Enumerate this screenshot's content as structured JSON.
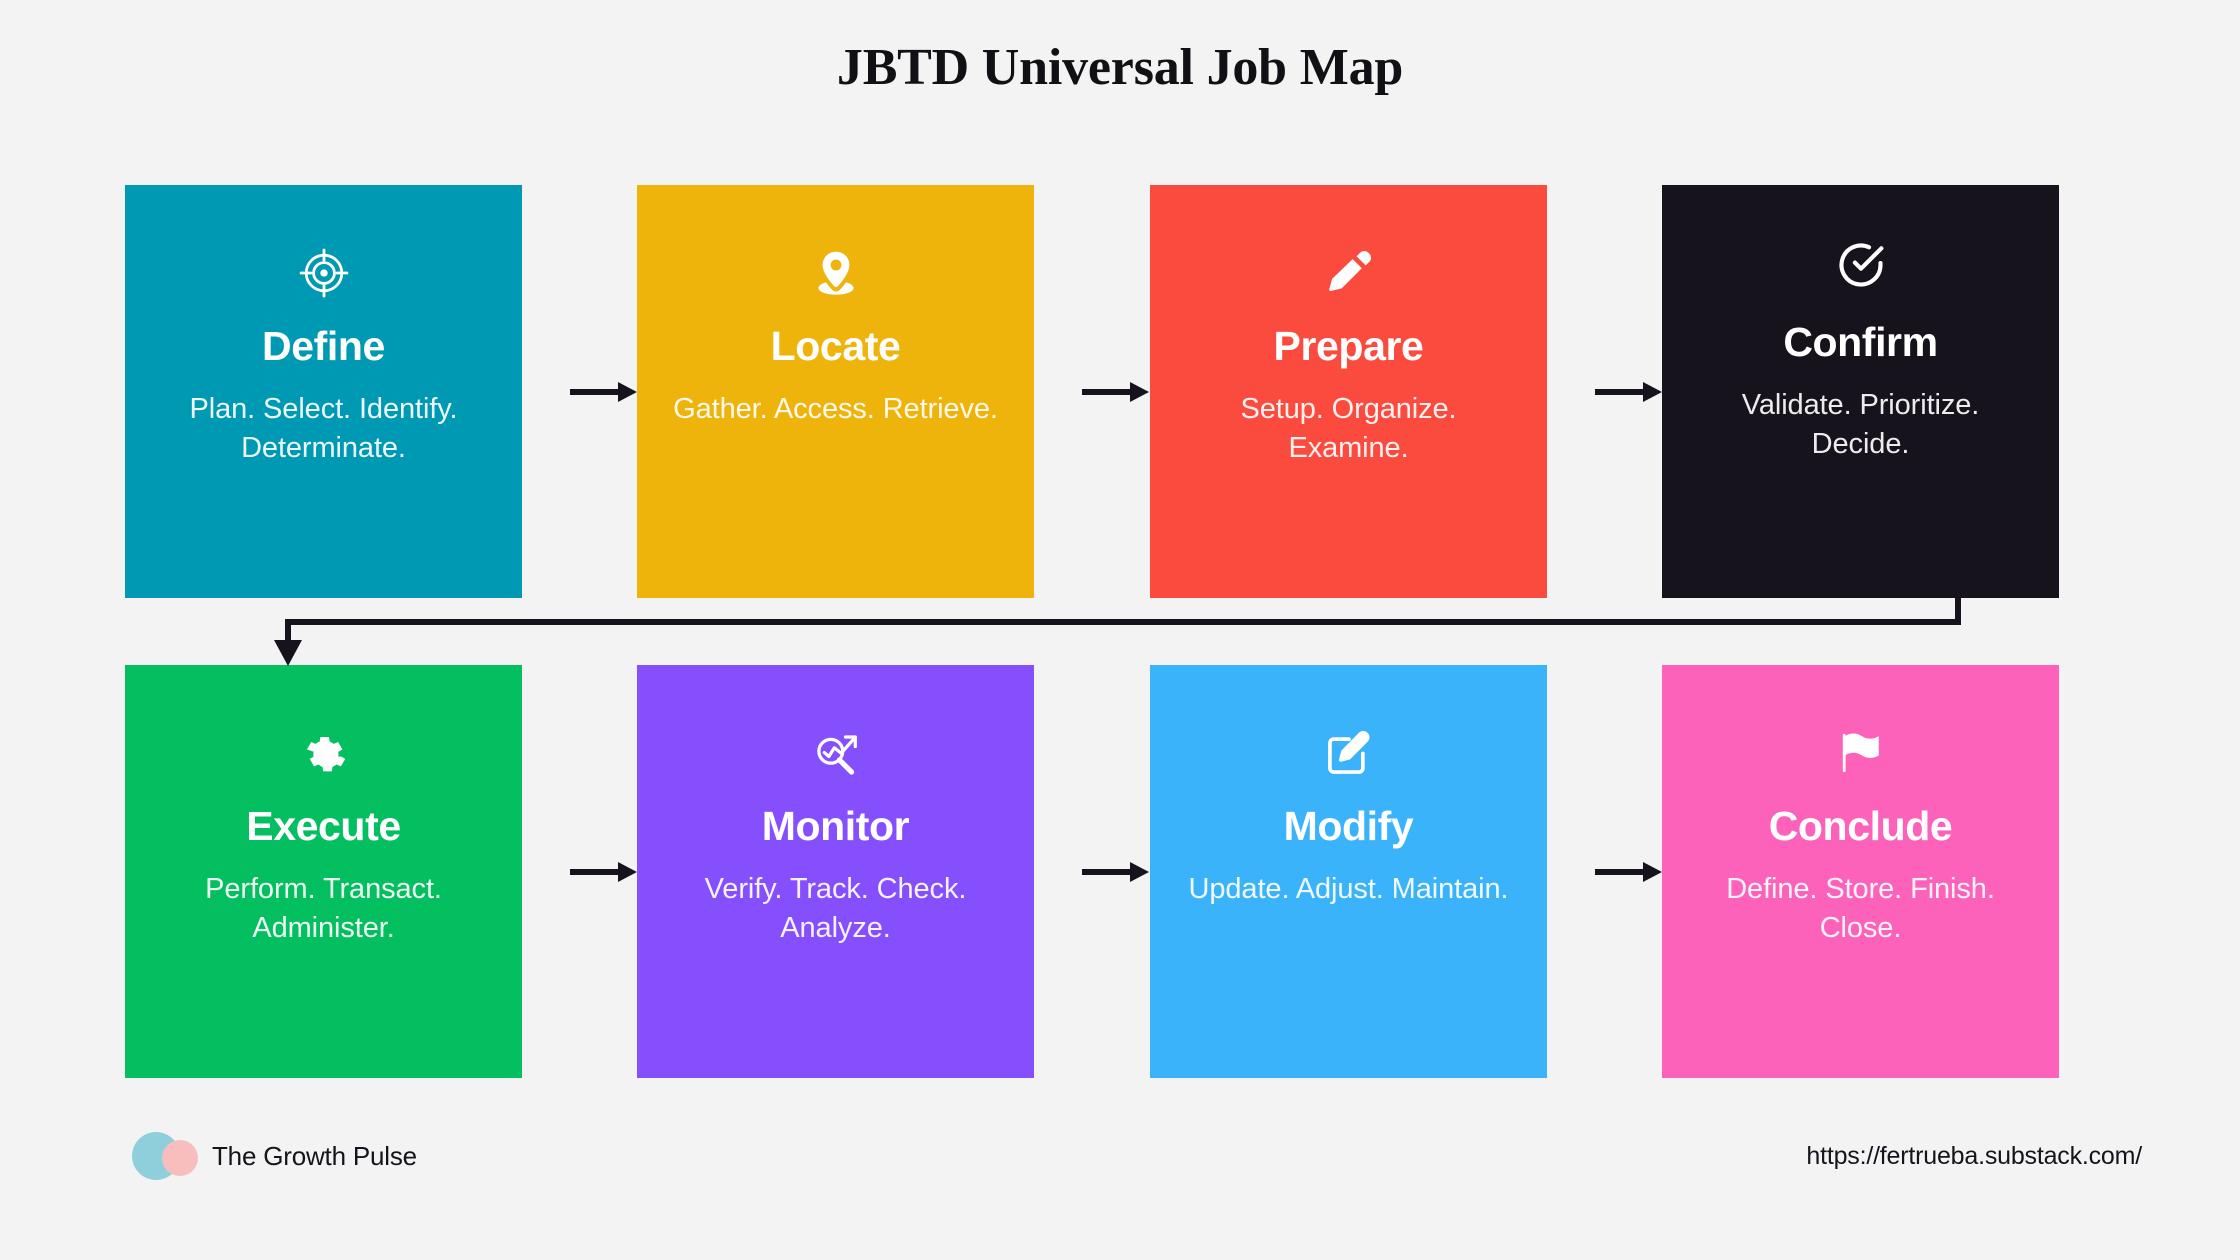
{
  "page": {
    "title": "JBTD Universal Job Map",
    "background_color": "#f3f3f3",
    "arrow_color": "#17131d"
  },
  "cards": [
    {
      "id": "define",
      "title": "Define",
      "description": "Plan. Select. Identify. Determinate.",
      "icon": "target-crosshair-icon",
      "color": "#0099b4",
      "row": 0,
      "col": 0
    },
    {
      "id": "locate",
      "title": "Locate",
      "description": "Gather. Access. Retrieve.",
      "icon": "map-pin-icon",
      "color": "#efb40c",
      "row": 0,
      "col": 1
    },
    {
      "id": "prepare",
      "title": "Prepare",
      "description": "Setup. Organize. Examine.",
      "icon": "pencil-icon",
      "color": "#fb4b3e",
      "row": 0,
      "col": 2
    },
    {
      "id": "confirm",
      "title": "Confirm",
      "description": "Validate. Prioritize. Decide.",
      "icon": "check-circle-icon",
      "color": "#17131d",
      "row": 0,
      "col": 3
    },
    {
      "id": "execute",
      "title": "Execute",
      "description": "Perform. Transact. Administer.",
      "icon": "gear-check-icon",
      "color": "#04bf60",
      "row": 1,
      "col": 0
    },
    {
      "id": "monitor",
      "title": "Monitor",
      "description": "Verify. Track. Check. Analyze.",
      "icon": "magnifier-trend-icon",
      "color": "#864ffd",
      "row": 1,
      "col": 1
    },
    {
      "id": "modify",
      "title": "Modify",
      "description": "Update. Adjust. Maintain.",
      "icon": "square-pen-icon",
      "color": "#3bb3fb",
      "row": 1,
      "col": 2
    },
    {
      "id": "conclude",
      "title": "Conclude",
      "description": "Define. Store. Finish. Close.",
      "icon": "flag-icon",
      "color": "#fd62bb",
      "row": 1,
      "col": 3
    }
  ],
  "connectors": [
    {
      "id": "define-to-locate",
      "type": "arrow-right"
    },
    {
      "id": "locate-to-prepare",
      "type": "arrow-right"
    },
    {
      "id": "prepare-to-confirm",
      "type": "arrow-right"
    },
    {
      "id": "confirm-to-execute",
      "type": "wrap-down-left"
    },
    {
      "id": "execute-to-monitor",
      "type": "arrow-right"
    },
    {
      "id": "monitor-to-modify",
      "type": "arrow-right"
    },
    {
      "id": "modify-to-conclude",
      "type": "arrow-right"
    }
  ],
  "footer": {
    "brand_name": "The Growth Pulse",
    "brand_mark_colors": {
      "primary": "#8ecfdb",
      "secondary": "#f8bebe"
    },
    "url": "https://fertrueba.substack.com/"
  }
}
